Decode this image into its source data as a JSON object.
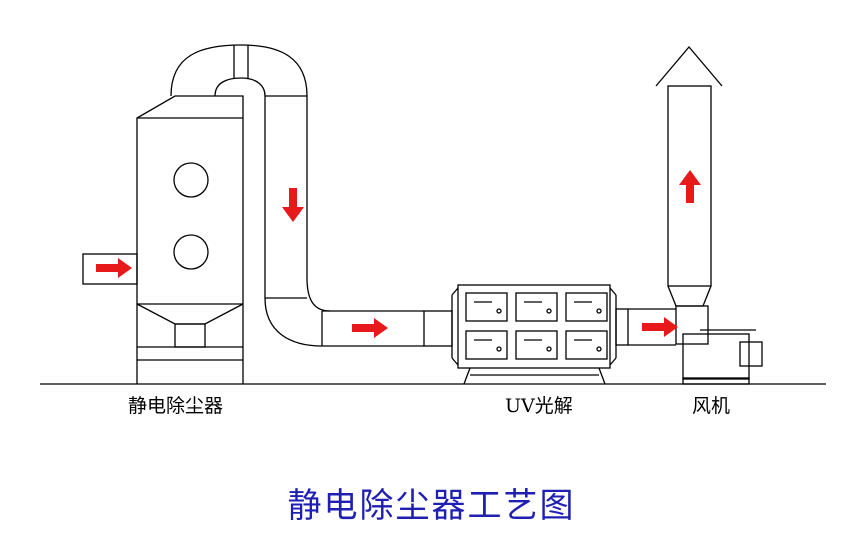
{
  "labels": {
    "precipitator": "静电除尘器",
    "uv": "UV光解",
    "fan": "风机"
  },
  "title": "静电除尘器工艺图",
  "colors": {
    "arrow": "#e8191b",
    "title": "#1f1fb4",
    "line": "#000000"
  }
}
